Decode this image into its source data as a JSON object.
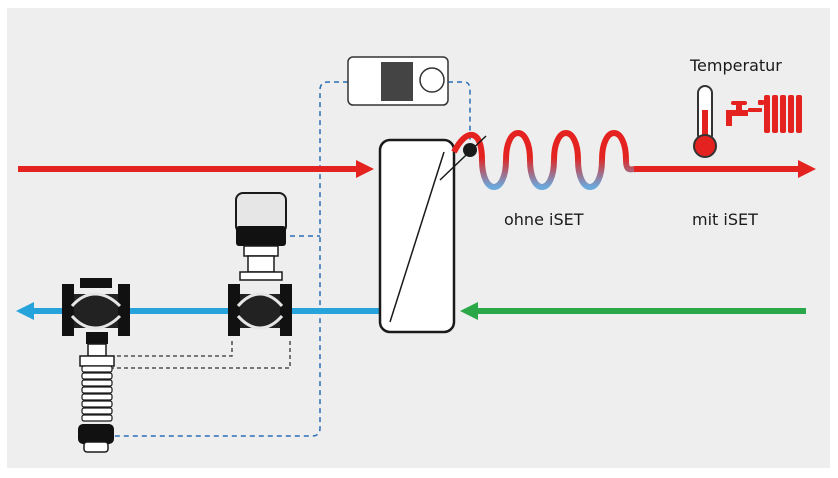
{
  "labels": {
    "temperature": "Temperatur",
    "without_iset": "ohne iSET",
    "with_iset": "mit iSET"
  },
  "colors": {
    "supply_hot": "#e42320",
    "return_cold": "#27a3dc",
    "return_green": "#2aa748",
    "dashed_signal": "#2a6fb5",
    "background": "#eeeeee"
  },
  "icons": [
    "thermometer-icon",
    "tap-icon",
    "radiator-icon",
    "controller-icon",
    "heat-exchanger-icon",
    "actuator-icon",
    "control-valve-icon",
    "pressure-valve-icon",
    "sensor-icon"
  ]
}
